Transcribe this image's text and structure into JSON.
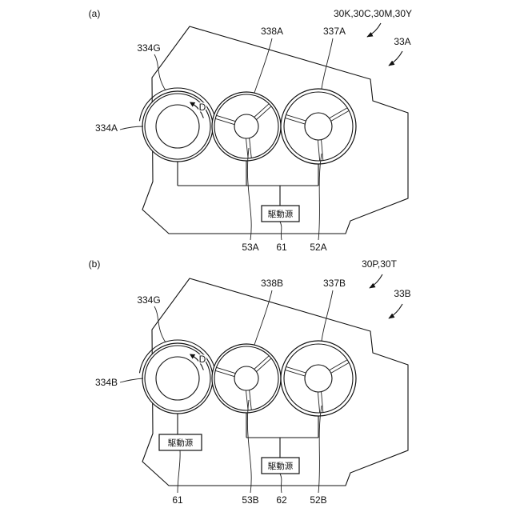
{
  "panel_a": {
    "label": "(a)",
    "unit_group": "30K,30C,30M,30Y",
    "unit": "33A",
    "ring_ref": "334G",
    "roller_left_ref": "334A",
    "roller_mid_ref": "338A",
    "roller_right_ref": "337A",
    "rotation_ref": "D",
    "drive_source": "駆動源",
    "hub_mid_ref": "53A",
    "drive_ref": "61",
    "hub_right_ref": "52A"
  },
  "panel_b": {
    "label": "(b)",
    "unit_group": "30P,30T",
    "unit": "33B",
    "ring_ref": "334G",
    "roller_left_ref": "334B",
    "roller_mid_ref": "338B",
    "roller_right_ref": "337B",
    "rotation_ref": "D",
    "drive_source_left": "駆動源",
    "drive_source_right": "駆動源",
    "drive_left_ref": "61",
    "hub_mid_ref": "53B",
    "drive_right_ref": "62",
    "hub_right_ref": "52B"
  }
}
